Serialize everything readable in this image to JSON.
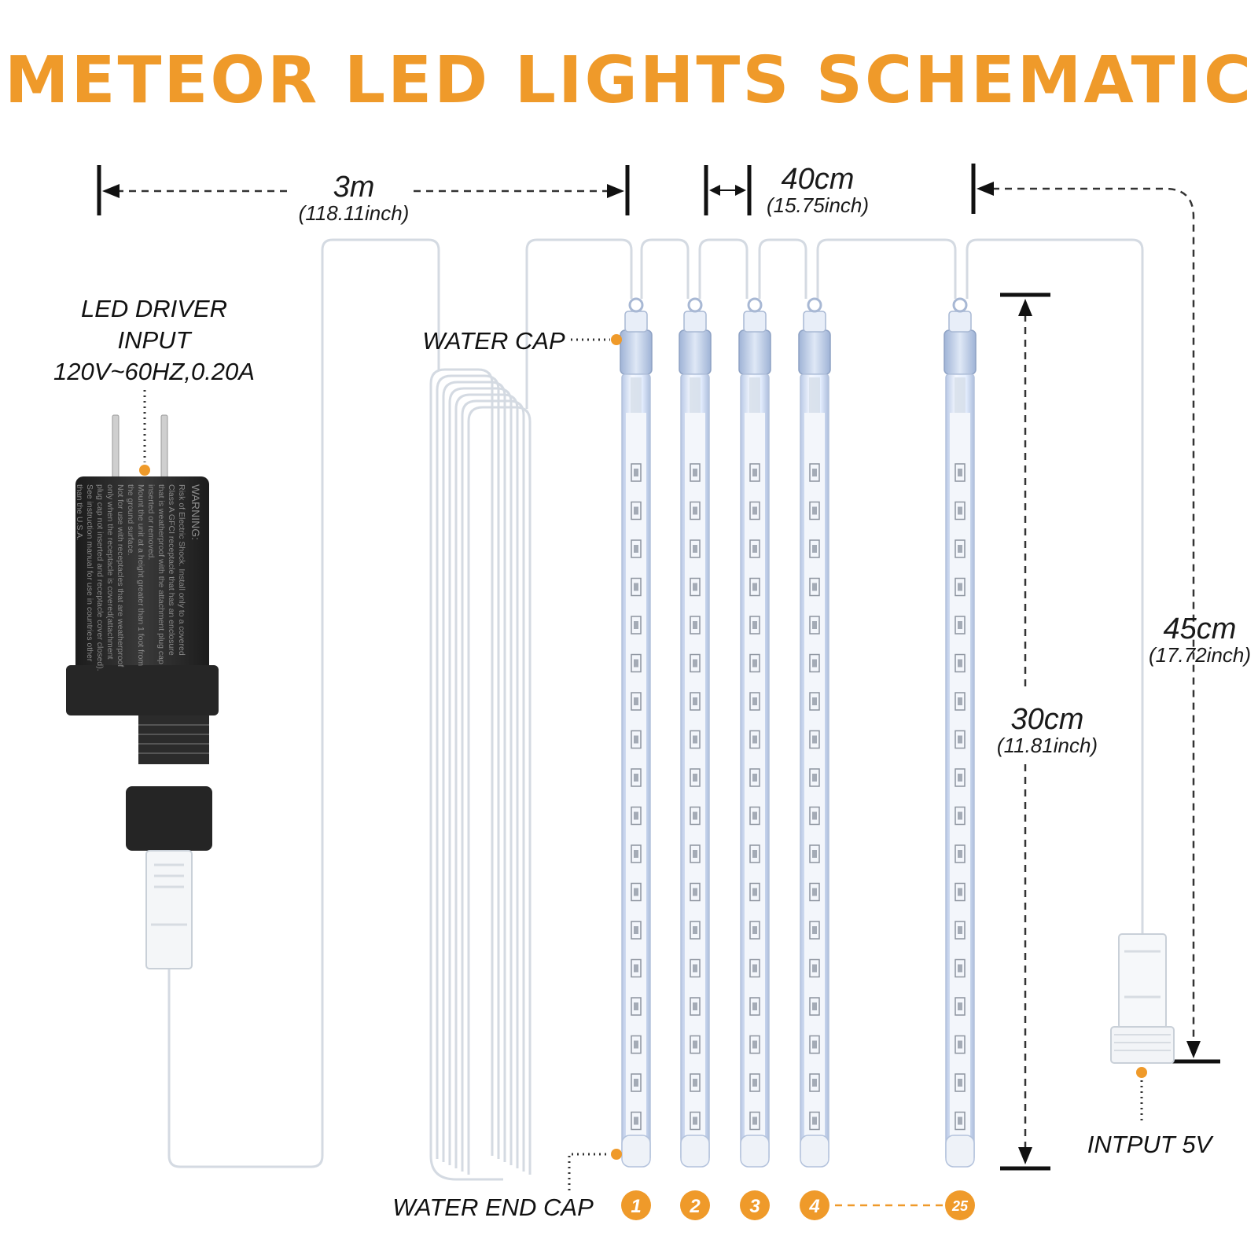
{
  "title": "METEOR LED LIGHTS SCHEMATIC",
  "dimensions": {
    "cable_length": {
      "main": "3m",
      "sub": "(118.11inch)"
    },
    "tube_spacing": {
      "main": "40cm",
      "sub": "(15.75inch)"
    },
    "tube_length": {
      "main": "30cm",
      "sub": "(11.81inch)"
    },
    "output_cable": {
      "main": "45cm",
      "sub": "(17.72inch)"
    }
  },
  "labels": {
    "driver_line1": "LED DRIVER",
    "driver_line2": "INPUT",
    "driver_line3": "120V~60HZ,0.20A",
    "water_cap": "WATER CAP",
    "water_end_cap": "WATER END CAP",
    "input": "INTPUT 5V"
  },
  "adapter_warning": {
    "heading": "WARNING:",
    "lines": [
      "Risk of Electric Shock. Install only to a covered",
      "Class A GFCI receptacle that has an enclosure",
      "that is weatherproof with the attachment plug cap",
      "inserted or removed.",
      "Mount the unit at a height greater than 1 foot from",
      "the ground surface.",
      "Not for use with receptacles that are weatherproof",
      "only when the receptacle is covered(attachment",
      "plug cap not inserted and receptacle cover closed).",
      "See instruction manual for use in countries other",
      "than the U.S.A."
    ]
  },
  "tube_numbers": [
    "1",
    "2",
    "3",
    "4",
    "25"
  ],
  "colors": {
    "accent": "#ef9a2a",
    "adapter": "#2a2a2a",
    "tube_glow": "#e6efff",
    "cap": "#c3d2ea",
    "wire": "#d4dae2",
    "pcb": "#9aa1ac"
  }
}
